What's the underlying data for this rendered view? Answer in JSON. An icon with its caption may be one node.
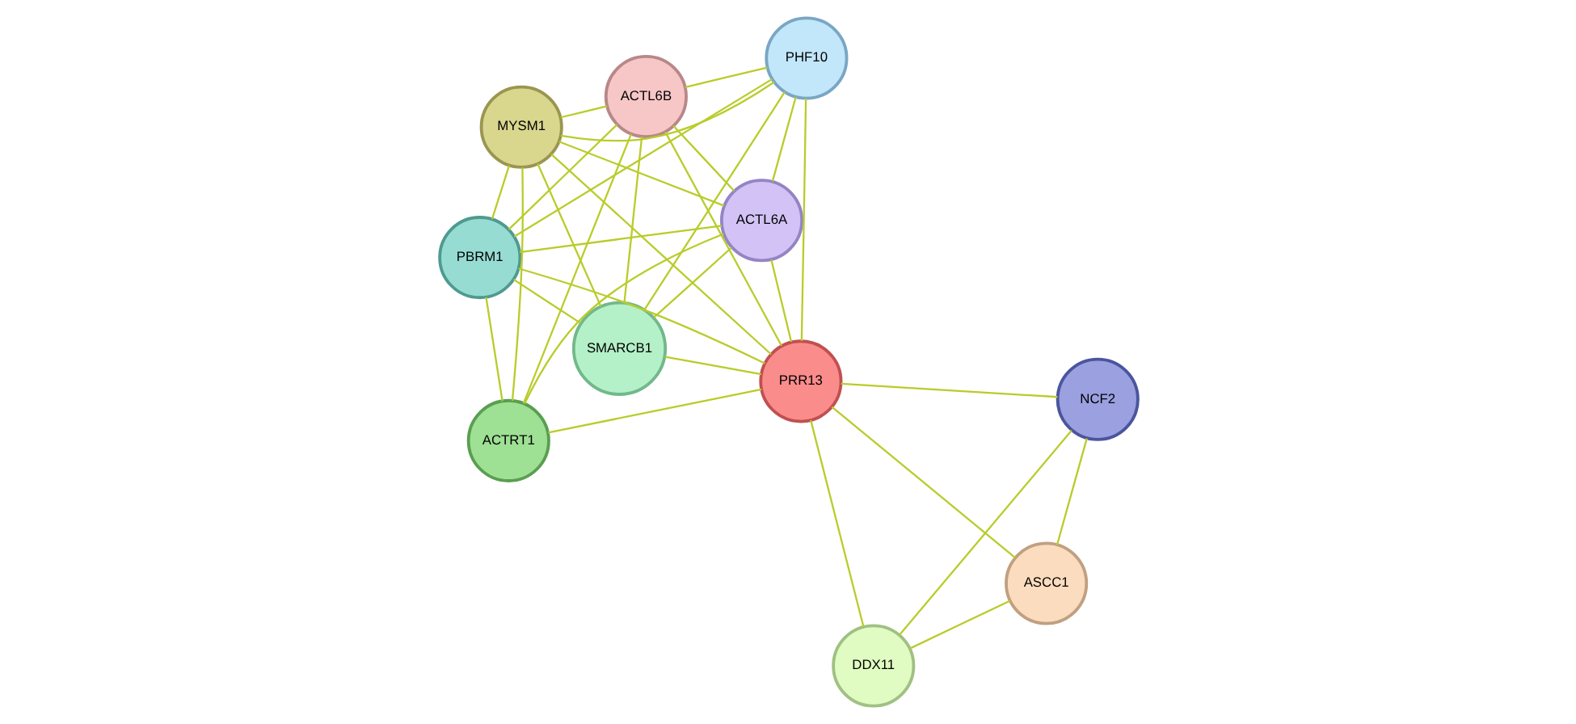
{
  "diagram": {
    "nodes": [
      {
        "text": [
          "PBRM1"
        ]
      },
      {
        "text": [
          "PHF10"
        ]
      },
      {
        "text": [
          "SMARCB1"
        ]
      },
      {
        "text": [
          "ACTL6B"
        ]
      },
      {
        "text": [
          "NCF2"
        ]
      },
      {
        "text": [
          "MYSM1"
        ]
      },
      {
        "text": [
          "PRR13"
        ]
      },
      {
        "text": [
          "ACTL6A"
        ]
      },
      {
        "text": [
          "DDX11"
        ]
      },
      {
        "text": [
          "ASCC1"
        ]
      },
      {
        "text": [
          "ACTRT1"
        ]
      }
    ],
    "edges": [
      {
        "from": 0,
        "to": 1,
        "arrow": "none"
      },
      {
        "from": 0,
        "to": 2,
        "arrow": "none"
      },
      {
        "from": 0,
        "to": 3,
        "arrow": "none"
      },
      {
        "from": 0,
        "to": 5,
        "arrow": "none"
      },
      {
        "from": 0,
        "to": 7,
        "arrow": "none"
      },
      {
        "from": 0,
        "to": 10,
        "arrow": "none"
      },
      {
        "from": 0,
        "to": 6,
        "arrow": "none"
      },
      {
        "from": 1,
        "to": 2,
        "arrow": "none"
      },
      {
        "from": 1,
        "to": 3,
        "arrow": "none"
      },
      {
        "from": 1,
        "to": 5,
        "arrow": "none"
      },
      {
        "from": 1,
        "to": 7,
        "arrow": "none"
      },
      {
        "from": 1,
        "to": 6,
        "arrow": "none"
      },
      {
        "from": 2,
        "to": 3,
        "arrow": "none"
      },
      {
        "from": 2,
        "to": 5,
        "arrow": "none"
      },
      {
        "from": 2,
        "to": 7,
        "arrow": "none"
      },
      {
        "from": 2,
        "to": 6,
        "arrow": "none"
      },
      {
        "from": 3,
        "to": 5,
        "arrow": "none"
      },
      {
        "from": 3,
        "to": 7,
        "arrow": "none"
      },
      {
        "from": 3,
        "to": 6,
        "arrow": "none"
      },
      {
        "from": 3,
        "to": 10,
        "arrow": "none"
      },
      {
        "from": 5,
        "to": 7,
        "arrow": "none"
      },
      {
        "from": 5,
        "to": 6,
        "arrow": "none"
      },
      {
        "from": 5,
        "to": 10,
        "arrow": "none"
      },
      {
        "from": 7,
        "to": 6,
        "arrow": "none"
      },
      {
        "from": 7,
        "to": 10,
        "arrow": "none"
      },
      {
        "from": 6,
        "to": 10,
        "arrow": "none"
      },
      {
        "from": 6,
        "to": 4,
        "arrow": "none"
      },
      {
        "from": 6,
        "to": 8,
        "arrow": "none"
      },
      {
        "from": 6,
        "to": 9,
        "arrow": "none"
      },
      {
        "from": 4,
        "to": 8,
        "arrow": "none"
      },
      {
        "from": 4,
        "to": 9,
        "arrow": "none"
      },
      {
        "from": 9,
        "to": 8,
        "arrow": "none"
      }
    ]
  }
}
